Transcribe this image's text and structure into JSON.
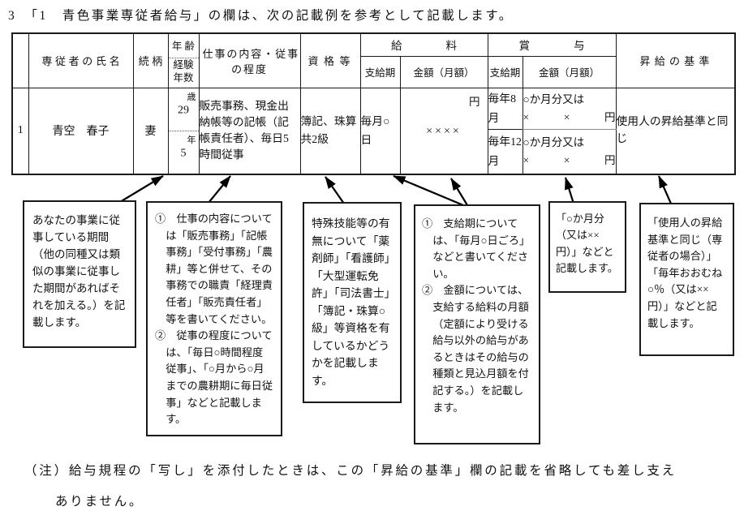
{
  "page": {
    "title": "3　「1　青色事業専従者給与」の欄は、次の記載例を参考として記載します。",
    "note": {
      "label": "（注）",
      "line1": "給与規程の「写し」を添付したときは、この「昇給の基準」欄の記載を省略しても差し支え",
      "line2": "ありません。"
    }
  },
  "table": {
    "headers": {
      "name": "専従者の氏名",
      "relation": "続柄",
      "age": "年齢",
      "experience": "経験年数",
      "work": "仕事の内容・従事の程度",
      "qualification": "資格等",
      "salary_group": "給　　　　料",
      "bonus_group": "賞　　　　与",
      "salary_period": "支給期",
      "salary_amount": "金額（月額）",
      "bonus_period": "支給期",
      "bonus_amount": "金額（月額）",
      "raise": "昇給の基準"
    },
    "row": {
      "number": "1",
      "name": "青空　春子",
      "relation": "妻",
      "age_unit": "歳",
      "age_value": "29",
      "experience_unit": "年",
      "experience_value": "5",
      "work": "販売事務、現金出納帳等の記帳（記帳責任者）、毎日5時間従事",
      "qualification": "簿記、珠算共2級",
      "salary_period": "毎月○日",
      "salary_amount_unit": "円",
      "salary_amount": "××××",
      "bonus_rows": [
        {
          "period": "毎年8月",
          "amount_line1": "○か月分又は",
          "amount_line2": "×　×　円"
        },
        {
          "period": "毎年12月",
          "amount_line1": "○か月分又は",
          "amount_line2": "×　×　円"
        }
      ],
      "raise": "使用人の昇給基準と同じ"
    }
  },
  "callouts": {
    "experience": "あなたの事業に従事している期間（他の同種又は類似の事業に従事した期間があればそれを加える。）を記載します。",
    "work_item1": "①　仕事の内容については「販売事務」「記帳事務」「受付事務」「農耕」等と併せて、その事務での職責「経理責任者」「販売責任者」等を書いてください。",
    "work_item2": "②　従事の程度については、「毎日○時間程度従事」、「○月から○月までの農耕期に毎日従事」などと記載します。",
    "qualification": "特殊技能等の有無について「薬剤師」「看護師」「大型運転免許」「司法書士」「簿記・珠算○級」等資格を有しているかどうかを記載します。",
    "salary_item1": "①　支給期については、「毎月○日ごろ」などと書いてください。",
    "salary_item2": "②　金額については、支給する給料の月額（定額により受ける給与以外の給与があるときはその給与の種類と見込月額を付記する。）を記載します。",
    "bonus": "「○か月分（又は××円）」などと記載します。",
    "raise": "「使用人の昇給基準と同じ（専従者の場合）」「毎年おおむね○％（又は××円）」などと記載します。"
  }
}
